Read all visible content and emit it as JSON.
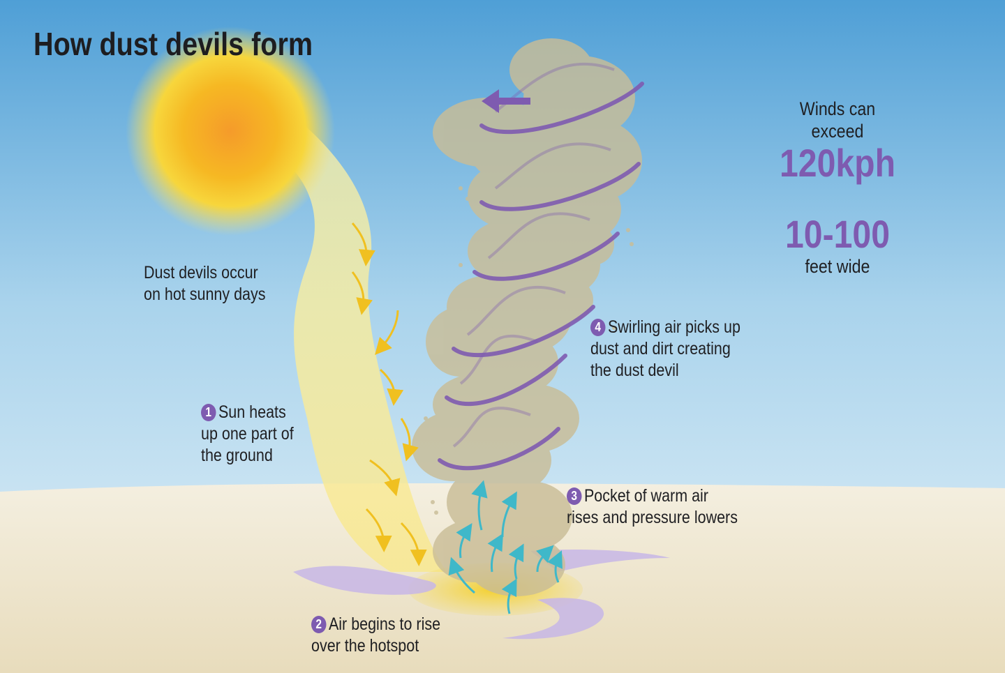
{
  "title": "How dust devils form",
  "colors": {
    "sky_top": "#4f9fd6",
    "sky_bottom": "#e3f1f8",
    "ground": "#ece2c6",
    "sun": "#f5c518",
    "dust": "#c9bd97",
    "accent_purple": "#7e5bb0",
    "warm_air_arrow": "#f0c020",
    "rising_air_arrow": "#3fb8c9"
  },
  "labels": {
    "intro": [
      "Dust devils occur",
      "on hot sunny days"
    ],
    "step1": {
      "num": "1",
      "lines": [
        "Sun heats",
        "up one part of",
        "the ground"
      ]
    },
    "step2": {
      "num": "2",
      "lines": [
        "Air begins to rise",
        "over the hotspot"
      ]
    },
    "step3": {
      "num": "3",
      "lines": [
        "Pocket of warm air",
        "rises and pressure lowers"
      ]
    },
    "step4": {
      "num": "4",
      "lines": [
        "Swirling air picks up",
        "dust and dirt creating",
        "the dust devil"
      ]
    }
  },
  "stats": {
    "winds": {
      "pre1": "Winds can",
      "pre2": "exceed",
      "value": "120kph"
    },
    "width": {
      "value": "10-100",
      "post": "feet wide"
    }
  },
  "icons": [
    "sun-icon",
    "dust-devil-column",
    "swirl-arrow-icon",
    "heat-arrow-icon",
    "rising-air-arrow-icon",
    "hotspot-ellipse"
  ]
}
